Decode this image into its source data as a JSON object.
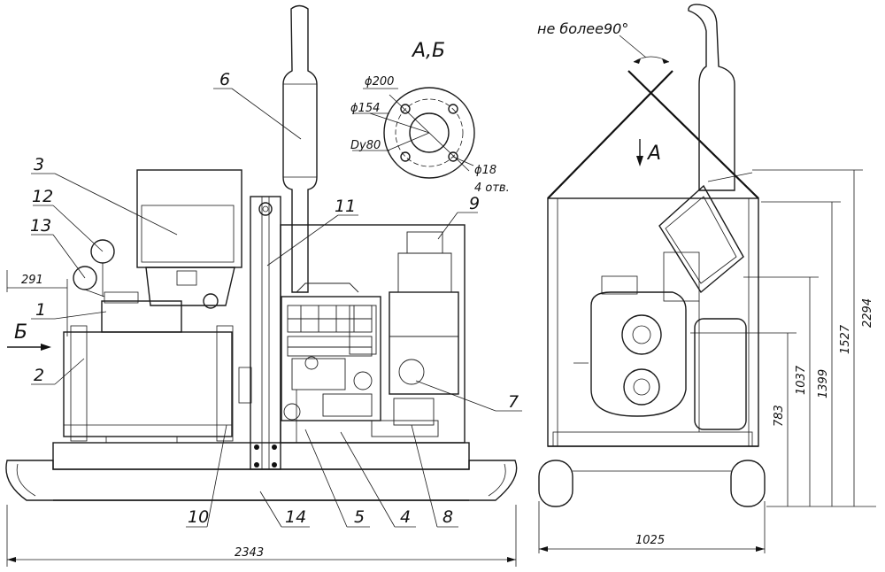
{
  "side_view": {
    "labels": [
      "1",
      "2",
      "3",
      "4",
      "5",
      "6",
      "7",
      "8",
      "9",
      "10",
      "11",
      "12",
      "13",
      "14"
    ],
    "arrow_label": "Б",
    "dim_291": "291",
    "dim_2343": "2343"
  },
  "flange": {
    "title": "А,Б",
    "d200": "ϕ200",
    "d154": "ϕ154",
    "dy80": "Dy80",
    "d18": "ϕ18",
    "holes": "4 отв."
  },
  "front_view": {
    "angle_note": "не более90°",
    "arrow_label": "А",
    "dim_1025": "1025",
    "dims_vertical": [
      "783",
      "1037",
      "1399",
      "1527",
      "2294"
    ]
  }
}
